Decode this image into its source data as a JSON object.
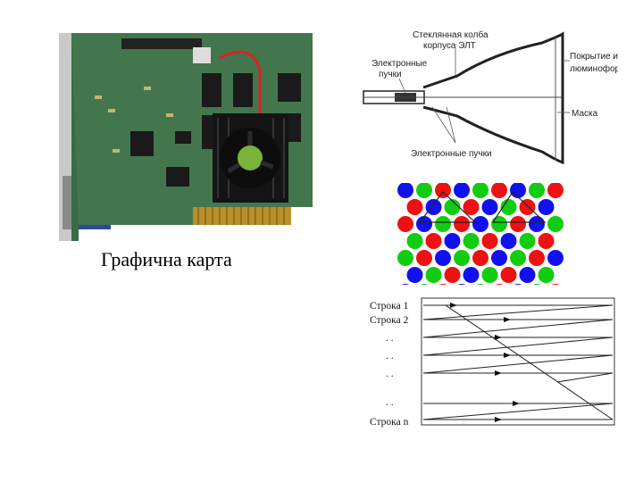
{
  "caption": "Графична карта",
  "crt": {
    "labels": {
      "glass_line1": "Стеклянная колба",
      "glass_line2": "корпуса ЭЛТ",
      "beams_line1": "Электронные",
      "beams_line2": "пучки",
      "coating_line1": "Покрытие из",
      "coating_line2": "люминофора",
      "mask": "Маска",
      "beams_bottom": "Электронные пучки"
    }
  },
  "phosphor_colors": {
    "red": "#ee1111",
    "green": "#11cc11",
    "blue": "#1111ee"
  },
  "scan": {
    "row1": "Строка 1",
    "row2": "Строка 2",
    "dots": ". .",
    "rown": "Строка n"
  }
}
